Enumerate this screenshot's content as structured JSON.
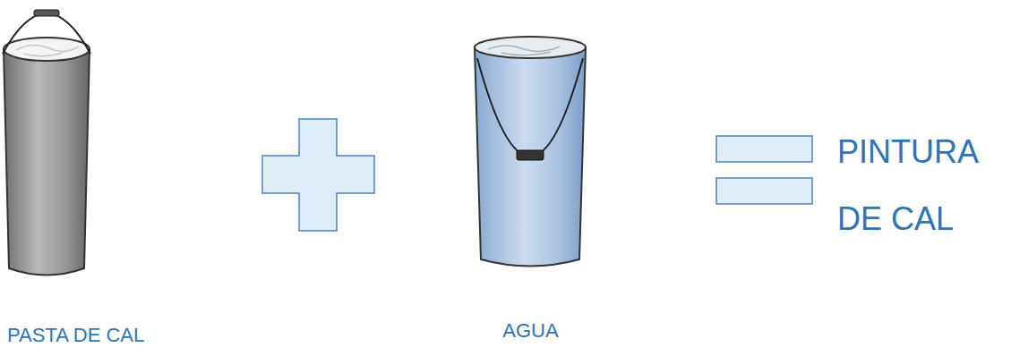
{
  "diagram": {
    "nodes": [
      {
        "text": [
          "PASTA DE CAL"
        ]
      },
      {
        "text": [
          "AGUA"
        ]
      }
    ],
    "labels": [
      "PINTURA DE CAL"
    ]
  }
}
